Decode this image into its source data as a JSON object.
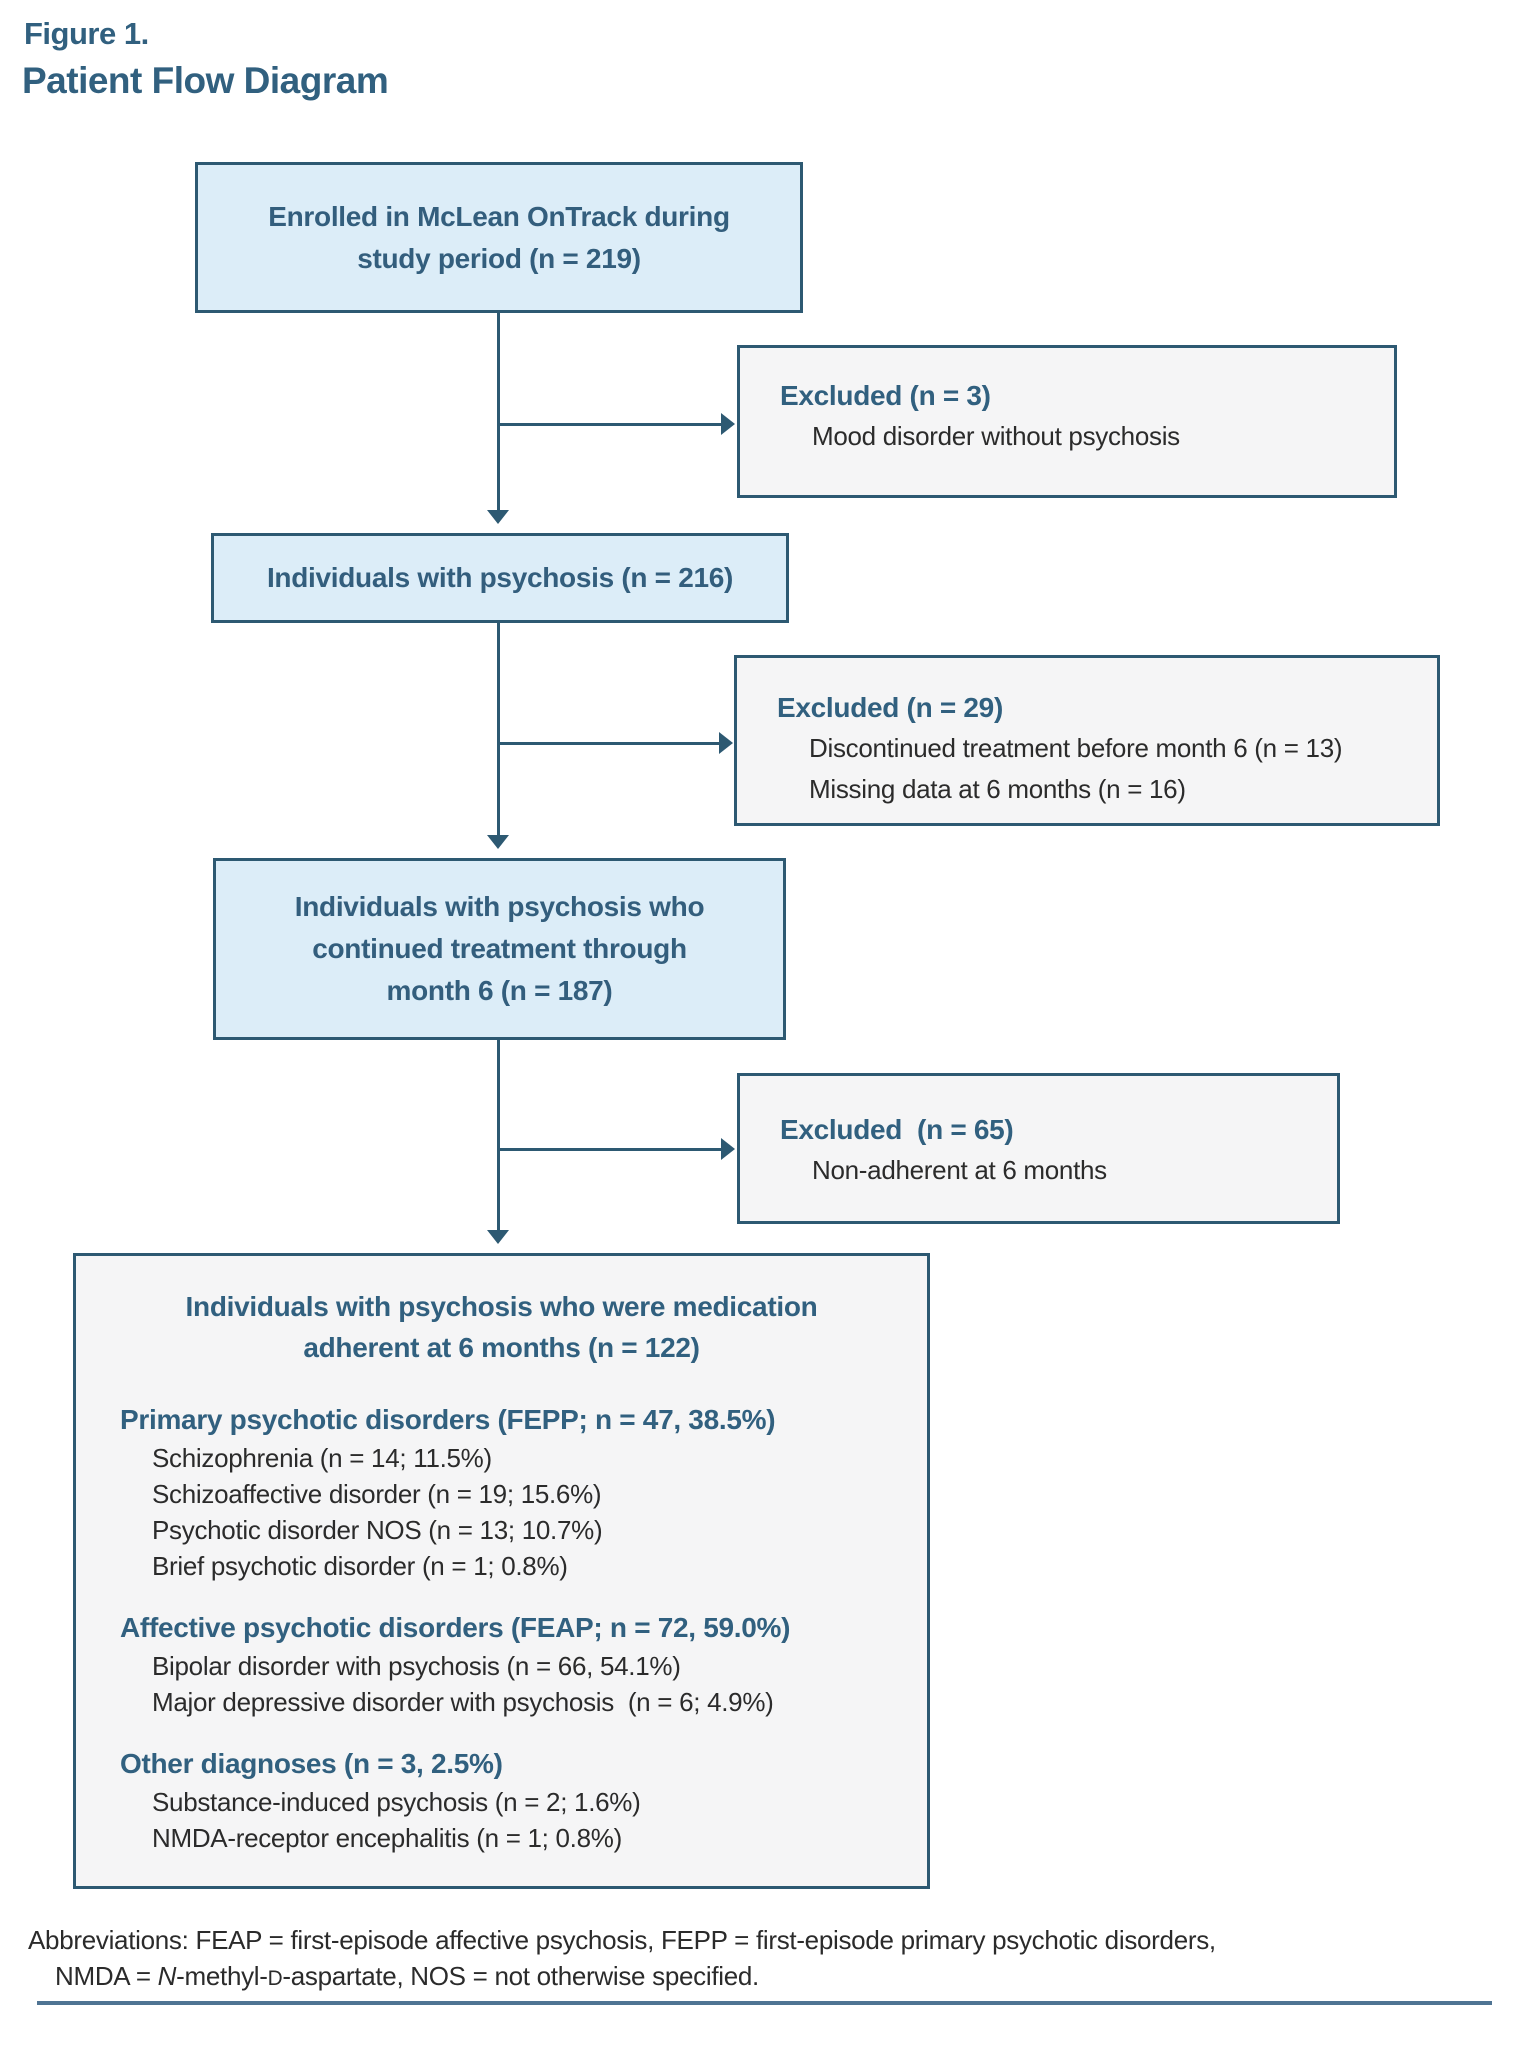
{
  "figure": {
    "label": "Figure 1.",
    "title": "Patient Flow Diagram"
  },
  "colors": {
    "heading_blue": "#31607F",
    "border_blue": "#2D5972",
    "box_fill_blue": "#DCEDF8",
    "box_fill_grey": "#F5F5F6",
    "body_text": "#2B2B2B",
    "bottom_rule": "#4F7493"
  },
  "flow": {
    "enrolled_box": {
      "text": "Enrolled in McLean OnTrack during\nstudy period (n = 219)"
    },
    "excluded_1": {
      "title": "Excluded (n = 3)",
      "items": [
        "Mood disorder without psychosis"
      ]
    },
    "psychosis_box": {
      "text": "Individuals with psychosis (n = 216)"
    },
    "excluded_2": {
      "title": "Excluded (n = 29)",
      "items": [
        "Discontinued treatment before month 6 (n = 13)",
        "Missing data at 6 months (n = 16)"
      ]
    },
    "continued_box": {
      "text": "Individuals with psychosis who\ncontinued treatment through\nmonth 6 (n = 187)"
    },
    "excluded_3": {
      "title": "Excluded  (n = 65)",
      "items": [
        "Non-adherent at 6 months"
      ]
    },
    "adherent_box": {
      "title": "Individuals with psychosis who were medication\nadherent at 6 months (n = 122)",
      "sections": [
        {
          "title": "Primary psychotic disorders (FEPP; n = 47, 38.5%)",
          "items": [
            "Schizophrenia (n = 14; 11.5%)",
            "Schizoaffective disorder (n = 19; 15.6%)",
            "Psychotic disorder NOS (n = 13; 10.7%)",
            "Brief psychotic disorder (n = 1; 0.8%)"
          ]
        },
        {
          "title": "Affective psychotic disorders (FEAP; n = 72, 59.0%)",
          "items": [
            "Bipolar disorder with psychosis (n = 66, 54.1%)",
            "Major depressive disorder with psychosis  (n = 6; 4.9%)"
          ]
        },
        {
          "title": "Other diagnoses (n = 3, 2.5%)",
          "items": [
            "Substance-induced psychosis (n = 2; 1.6%)",
            "NMDA-receptor encephalitis (n = 1; 0.8%)"
          ]
        }
      ]
    }
  },
  "footnote": {
    "line1": "Abbreviations: FEAP = first-episode affective psychosis, FEPP = first-episode primary psychotic disorders,",
    "line2_pre": "NMDA = ",
    "line2_italic_n": "N",
    "line2_mid": "-methyl-",
    "line2_smallcap_d": "D",
    "line2_post": "-aspartate, NOS = not otherwise specified."
  }
}
